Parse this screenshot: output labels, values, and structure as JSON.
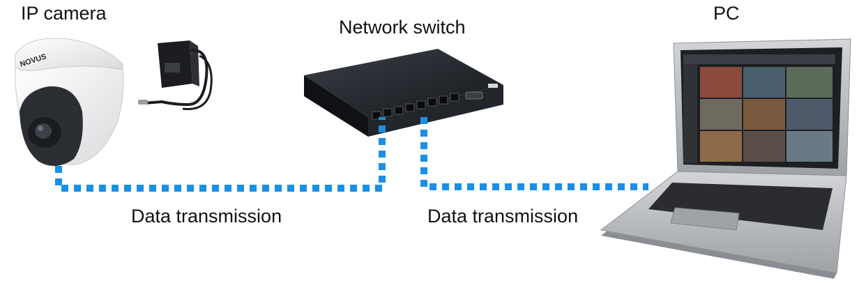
{
  "labels": {
    "ip_camera": "IP camera",
    "network_switch": "Network switch",
    "pc": "PC",
    "data_link_left": "Data transmission",
    "data_link_right": "Data transmission"
  },
  "devices": {
    "camera_brand": "NOVUS"
  },
  "colors": {
    "link": "#1a8fe6",
    "text": "#111111",
    "switch_body": "#1c1f24",
    "camera_body": "#f2f2f2",
    "laptop_body": "#b9bcc0"
  }
}
